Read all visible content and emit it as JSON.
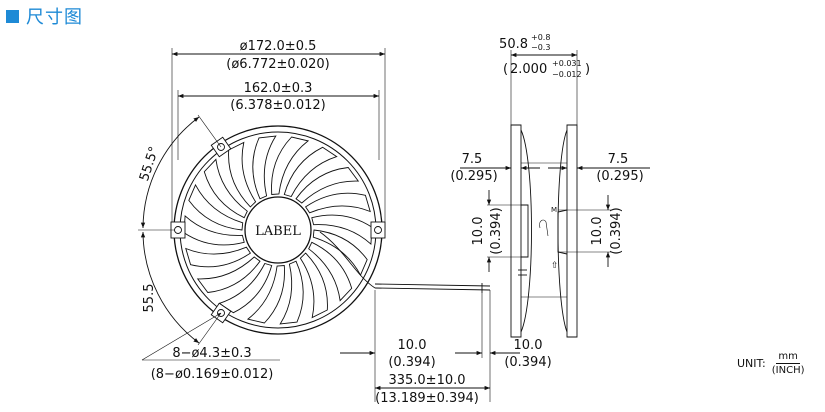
{
  "header": {
    "title": "尺寸图"
  },
  "front_view": {
    "overall_dia_mm": "ø172.0±0.5",
    "overall_dia_in": "(ø6.772±0.020)",
    "inner_dia_mm": "162.0±0.3",
    "inner_dia_in": "(6.378±0.012)",
    "angle_upper": "55.5°",
    "angle_lower": "55.5",
    "holes_mm": "8−ø4.3±0.3",
    "holes_in": "(8−ø0.169±0.012)",
    "label": "LABEL"
  },
  "side_view": {
    "depth_mm": "50.8",
    "depth_mm_tol_plus": "+0.8",
    "depth_mm_tol_minus": "−0.3",
    "depth_in": "2.000",
    "depth_in_tol_plus": "+0.031",
    "depth_in_tol_minus": "−0.012",
    "flange_left_mm": "7.5",
    "flange_left_in": "(0.295)",
    "flange_right_mm": "7.5",
    "flange_right_in": "(0.295)",
    "vert_left_mm": "10.0",
    "vert_left_in": "(0.394)",
    "vert_right_mm": "10.0",
    "vert_right_in": "(0.394)",
    "strip_left_mm": "10.0",
    "strip_left_in": "(0.394)",
    "strip_right_mm": "10.0",
    "strip_right_in": "(0.394)",
    "lead_mm": "335.0±10.0",
    "lead_in": "(13.189±0.394)",
    "marker_a": "M",
    "marker_b": "⇧"
  },
  "unit": {
    "prefix": "UNIT:",
    "numerator": "mm",
    "denominator": "(INCH)"
  },
  "colors": {
    "accent": "#1e8ad6",
    "line": "#111111"
  }
}
